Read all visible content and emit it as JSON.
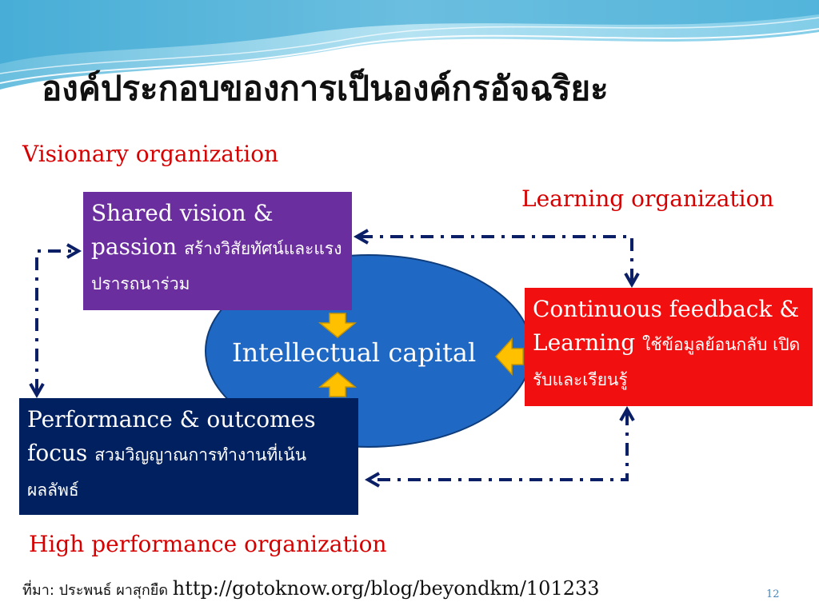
{
  "title": "องค์ประกอบของการเป็นองค์กรอัจฉริยะ",
  "labels": {
    "visionary": "Visionary organization",
    "learning": "Learning organization",
    "high_performance": "High performance organization"
  },
  "center": {
    "text": "Intellectual capital"
  },
  "boxes": {
    "vision": {
      "en": "Shared vision & passion ",
      "th": "สร้างวิสัยทัศน์และแรงปรารถนาร่วม"
    },
    "feedback": {
      "en": "Continuous feedback & Learning ",
      "th": "ใช้ข้อมูลย้อนกลับ เปิดรับและเรียนรู้"
    },
    "performance": {
      "en": "Performance & outcomes focus ",
      "th": "สวมวิญญาณการทำงานที่เน้นผลลัพธ์"
    }
  },
  "source": {
    "th": "ที่มา: ประพนธ์ ผาสุกยืด ",
    "url": "http://gotoknow.org/blog/beyondkm/101233"
  },
  "page_number": "12",
  "colors": {
    "title_text": "#111111",
    "label_red": "#d60000",
    "ellipse_blue": "#1f68c4",
    "vision_purple": "#6b2e9e",
    "feedback_red": "#f20f0f",
    "performance_navy": "#00205f",
    "arrow_yellow": "#ffc000",
    "connector_navy": "#0b1f66"
  }
}
